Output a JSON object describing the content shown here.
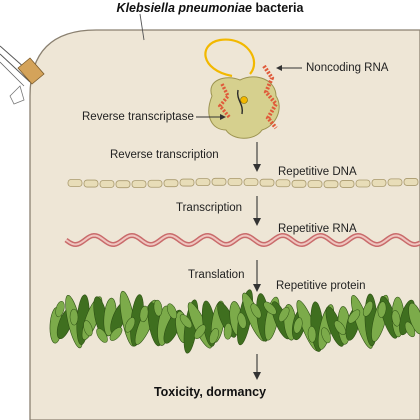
{
  "title": {
    "organism": "Klebsiella pneumoniae",
    "suffix": " bacteria"
  },
  "labels": {
    "noncoding_rna": "Noncoding RNA",
    "reverse_transcriptase": "Reverse transcriptase",
    "reverse_transcription": "Reverse transcription",
    "repetitive_dna": "Repetitive DNA",
    "transcription": "Transcription",
    "repetitive_rna": "Repetitive RNA",
    "translation": "Translation",
    "repetitive_protein": "Repetitive protein",
    "outcome": "Toxicity, dormancy"
  },
  "colors": {
    "cell_fill": "#eee6d6",
    "cell_stroke": "#8a8070",
    "dna": "#e8ddb8",
    "dna_stroke": "#a99a6e",
    "rna": "#c96b6b",
    "rna_light": "#efc6c0",
    "protein_dark": "#3f6f1f",
    "protein_light": "#7cab4a",
    "enzyme": "#d6d08e",
    "ncrna": "#e05a3a",
    "loop": "#f2b800",
    "arrow": "#333333"
  }
}
